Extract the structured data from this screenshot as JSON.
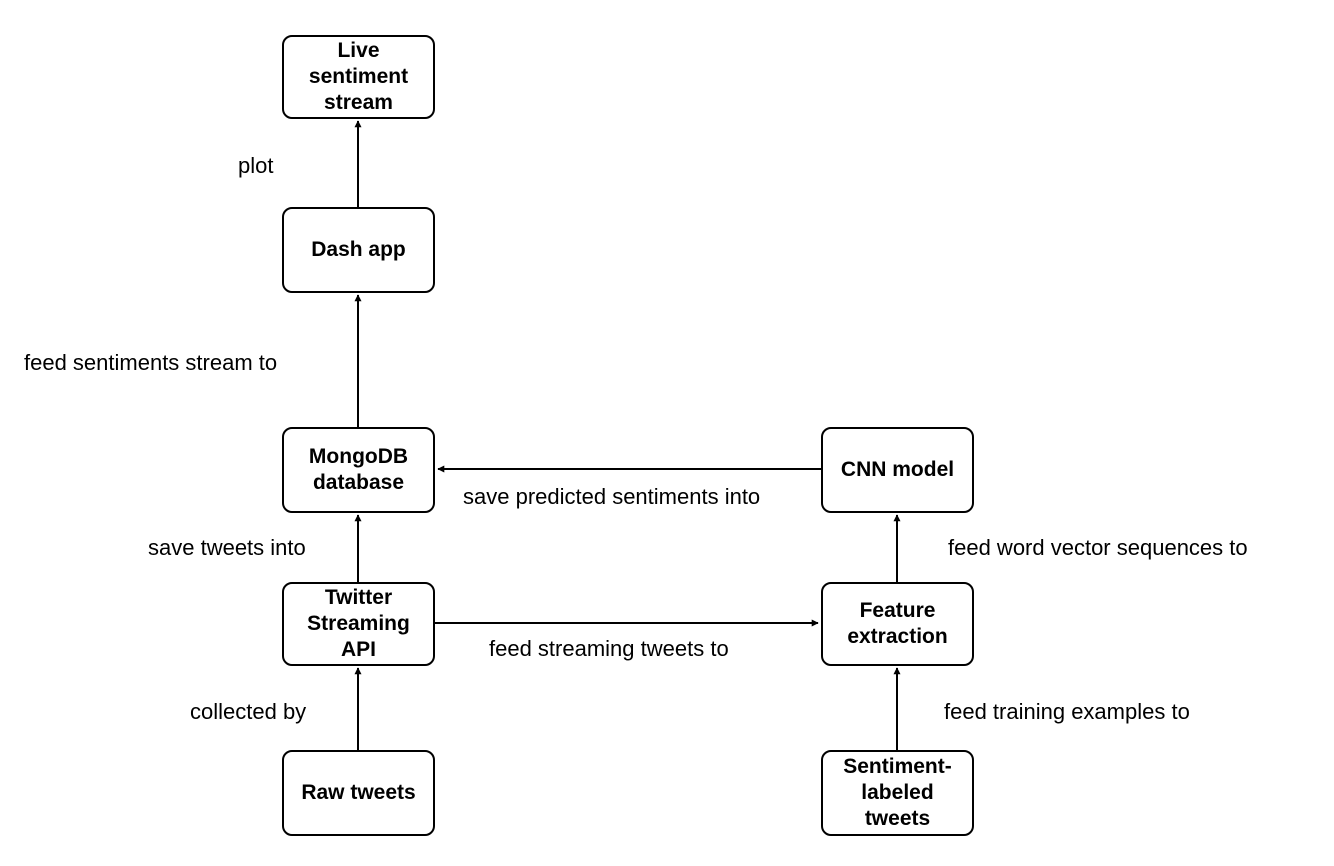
{
  "nodes": {
    "live_stream": "Live\nsentiment\nstream",
    "dash_app": "Dash app",
    "mongodb": "MongoDB\ndatabase",
    "twitter_api": "Twitter\nStreaming\nAPI",
    "raw_tweets": "Raw tweets",
    "cnn_model": "CNN model",
    "feature_extraction": "Feature\nextraction",
    "labeled_tweets": "Sentiment-\nlabeled\ntweets"
  },
  "edges": {
    "plot": "plot",
    "feed_sentiments_stream": "feed sentiments stream to",
    "save_predicted": "save predicted sentiments into",
    "save_tweets": "save tweets into",
    "feed_streaming": "feed streaming tweets to",
    "feed_word_vectors": "feed word vector sequences to",
    "collected_by": "collected by",
    "feed_training": "feed training examples to"
  },
  "colors": {
    "stroke": "#000000",
    "background": "#ffffff"
  }
}
